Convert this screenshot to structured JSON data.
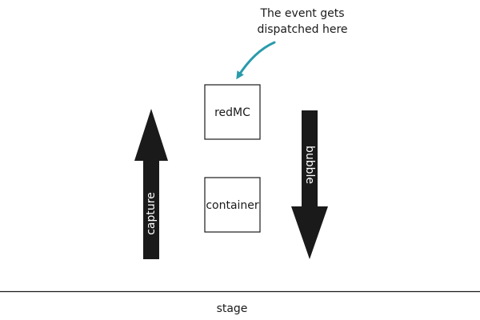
{
  "diagram": {
    "annotation": {
      "line1": "The event gets",
      "line2": "dispatched here",
      "arrow_color": "#2a9bab"
    },
    "nodes": {
      "red_mc": "redMC",
      "container": "container"
    },
    "arrows": {
      "capture": "capture",
      "bubble": "bubble",
      "color": "#1a1a1a"
    },
    "stage": {
      "label": "stage"
    }
  }
}
